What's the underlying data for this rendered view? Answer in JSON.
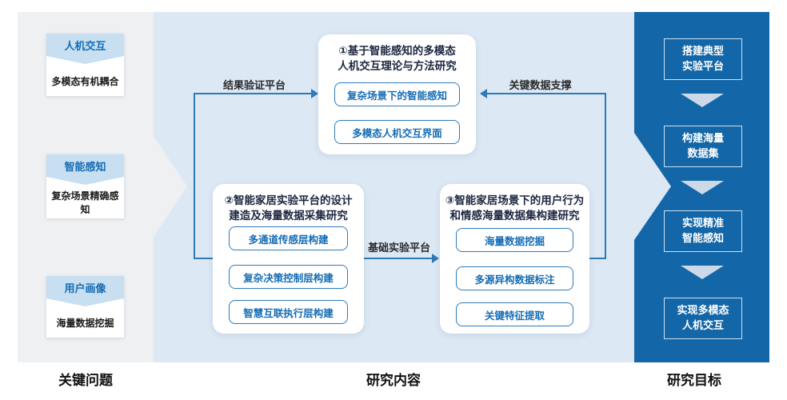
{
  "colors": {
    "panel_gray": "#eef0f2",
    "panel_light_blue": "#dce8f4",
    "panel_dark_blue": "#1366a7",
    "banner_blue": "#c7dff1",
    "accent_blue": "#2e7ab8",
    "text_blue": "#156cb4",
    "title_navy": "#1c2740",
    "goal_triangle": "#ccd9e8"
  },
  "left_panel": {
    "footer": "关键问题",
    "items": [
      {
        "header": "人机交互",
        "body": "多模态有机耦合"
      },
      {
        "header": "智能感知",
        "body": "复杂场景精确感知"
      },
      {
        "header": "用户画像",
        "body": "海量数据挖掘"
      }
    ]
  },
  "middle_panel": {
    "footer": "研究内容",
    "cards": [
      {
        "title": "①基于智能感知的多模态\n人机交互理论与方法研究",
        "pills": [
          "复杂场景下的智能感知",
          "多模态人机交互界面"
        ]
      },
      {
        "title": "②智能家居实验平台的设计\n建造及海量数据采集研究",
        "pills": [
          "多通道传感层构建",
          "复杂决策控制层构建",
          "智慧互联执行层构建"
        ]
      },
      {
        "title": "③智能家居场景下的用户行为\n和情感海量数据集构建研究",
        "pills": [
          "海量数据挖掘",
          "多源异构数据标注",
          "关键特征提取"
        ]
      }
    ],
    "connector_labels": {
      "top_left": "结果验证平台",
      "top_right": "关键数据支撑",
      "middle": "基础实验平台"
    }
  },
  "right_panel": {
    "footer": "研究目标",
    "goals": [
      "搭建典型\n实验平台",
      "构建海量\n数据集",
      "实现精准\n智能感知",
      "实现多模态\n人机交互"
    ]
  }
}
